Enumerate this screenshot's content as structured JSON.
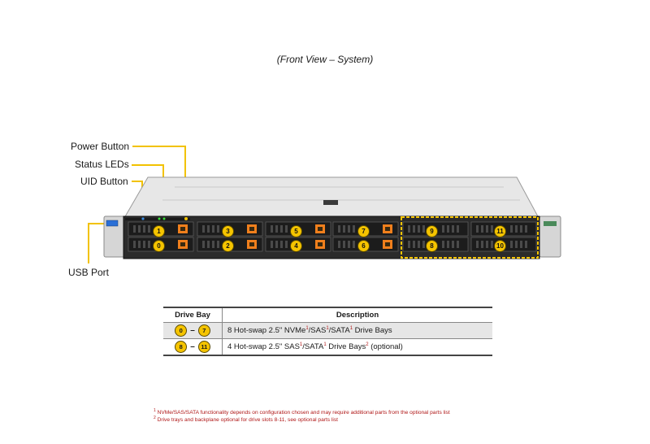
{
  "figure": {
    "caption": "(Front View – System)"
  },
  "callouts": {
    "power_button": "Power Button",
    "status_leds": "Status LEDs",
    "uid_button": "UID Button",
    "usb_port": "USB Port"
  },
  "bays": {
    "bottom_row": [
      "0",
      "2",
      "4",
      "6",
      "8",
      "10"
    ],
    "top_row": [
      "1",
      "3",
      "5",
      "7",
      "9",
      "11"
    ]
  },
  "table": {
    "headers": [
      "Drive Bay",
      "Description"
    ],
    "rows": [
      {
        "from": "0",
        "to": "7",
        "dash": "–",
        "desc_a": "8 Hot-swap 2.5\" NVMe",
        "sup_a": "1",
        "desc_b": "/SAS",
        "sup_b": "1",
        "desc_c": "/SATA",
        "sup_c": "1",
        "desc_d": " Drive Bays"
      },
      {
        "from": "8",
        "to": "11",
        "dash": "–",
        "desc_a": "4 Hot-swap 2.5\" SAS",
        "sup_a": "1",
        "desc_b": "/SATA",
        "sup_b": "1",
        "desc_c": " Drive Bays",
        "sup_c": "2",
        "desc_d": " (optional)"
      }
    ]
  },
  "footnotes": [
    {
      "mark": "1",
      "text": " NVMe/SAS/SATA functionality depends on configuration chosen and may require additional parts from the optional parts list"
    },
    {
      "mark": "2",
      "text": " Drive trays and backplane optional for drive slots 8-11, see optional parts list"
    }
  ],
  "colors": {
    "accent_yellow": "#f5c400",
    "lead_line": "#f2c200",
    "drive_orange": "#f07f1c",
    "chassis_silver": "#d8d8d8",
    "footnote_red": "#b01818"
  }
}
